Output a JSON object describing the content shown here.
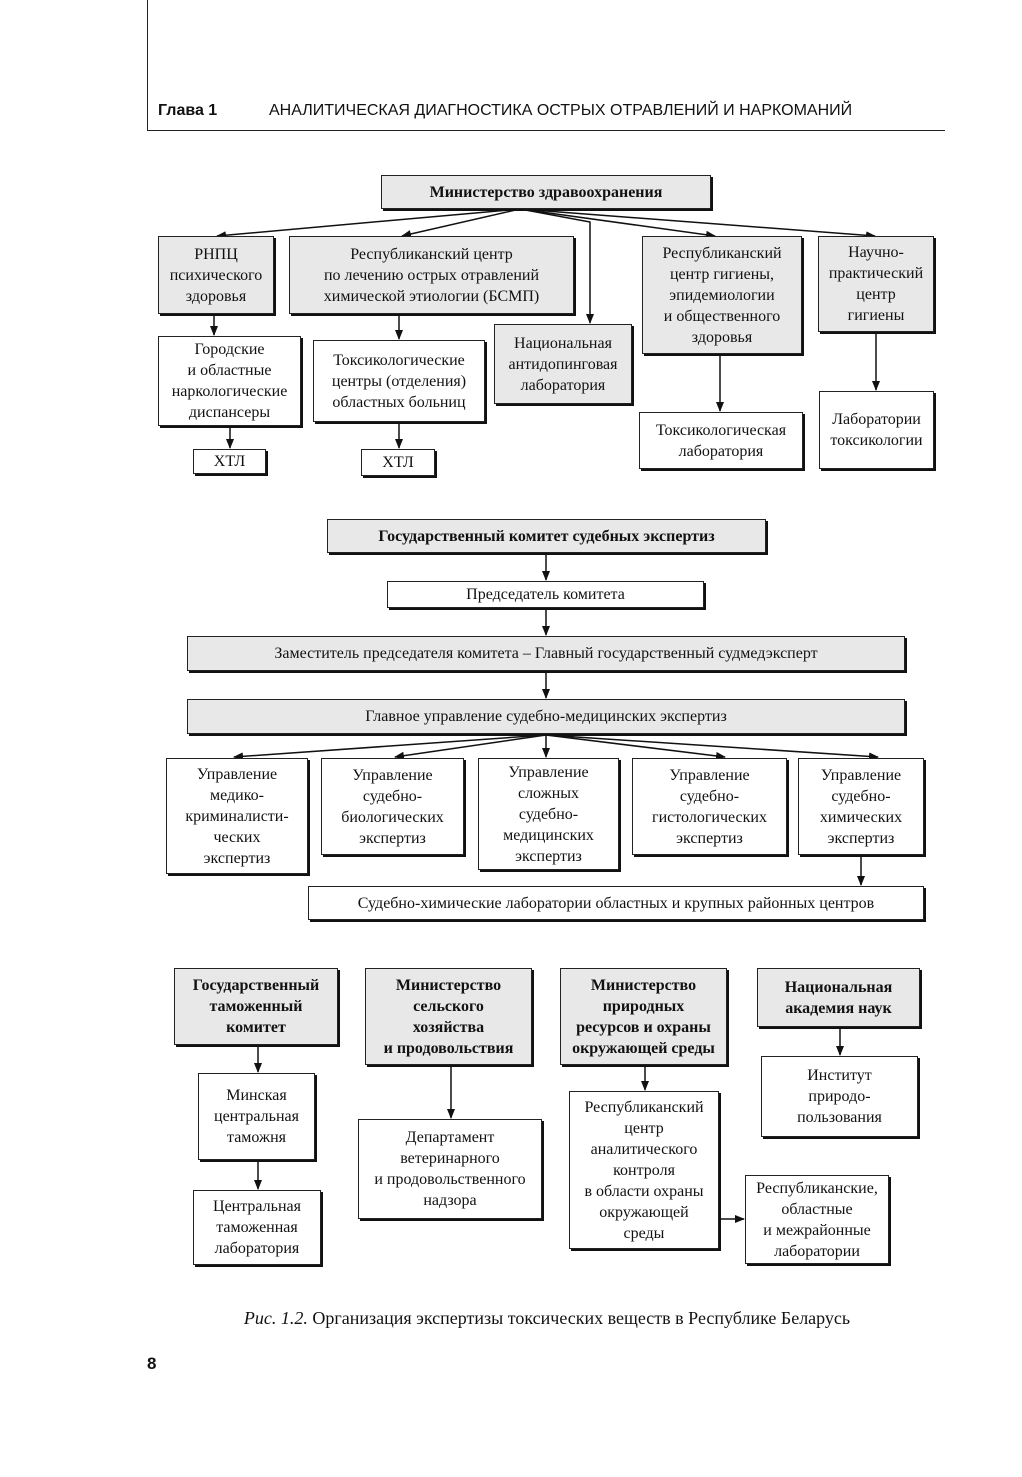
{
  "header": {
    "chapter": "Глава 1",
    "title": "АНАЛИТИЧЕСКАЯ ДИАГНОСТИКА ОСТРЫХ ОТРАВЛЕНИЙ И НАРКОМАНИЙ"
  },
  "section1": {
    "ministry": "Министерство здравоохранения",
    "rnpc": "РНПЦ\nпсихического\nздоровья",
    "rc_acute": "Республиканский центр\nпо лечению острых отравлений\nхимической этиологии (БСМП)",
    "antidoping": "Национальная\nантидопинговая\nлаборатория",
    "rc_hygiene": "Республиканский\nцентр гигиены,\nэпидемиологии\nи общественного\nздоровья",
    "npc_hygiene": "Научно-\nпрактический\nцентр\nгигиены",
    "dispensaries": "Городские\nи областные\nнаркологические\nдиспансеры",
    "tox_centers": "Токсикологические\nцентры (отделения)\nобластных больниц",
    "tox_lab": "Токсикологическая\nлаборатория",
    "tox_labs": "Лаборатории\nтоксикологии",
    "htl1": "ХТЛ",
    "htl2": "ХТЛ"
  },
  "section2": {
    "committee": "Государственный комитет судебных экспертиз",
    "chairman": "Председатель комитета",
    "deputy": "Заместитель председателя комитета – Главный государственный судмедэксперт",
    "main_dept": "Главное управление судебно-медицинских экспертиз",
    "dept1": "Управление\nмедико-\nкриминалисти-\nческих\nэкспертиз",
    "dept2": "Управление\nсудебно-\nбиологических\nэкспертиз",
    "dept3": "Управление\nсложных\nсудебно-\nмедицинских\nэкспертиз",
    "dept4": "Управление\nсудебно-\nгистологических\nэкспертиз",
    "dept5": "Управление\nсудебно-\nхимических\nэкспертиз",
    "labs": "Судебно-химические лаборатории областных и крупных районных центров"
  },
  "section3": {
    "customs": "Государственный\nтаможенный\nкомитет",
    "minsk_customs": "Минская\nцентральная\nтаможня",
    "central_lab": "Центральная\nтаможенная\nлаборатория",
    "agriculture": "Министерство\nсельского\nхозяйства\nи продовольствия",
    "vet_dept": "Департамент\nветеринарного\nи продовольственного\nнадзора",
    "nature": "Министерство\nприродных\nресурсов и охраны\nокружающей среды",
    "rc_control": "Республиканский\nцентр\nаналитического\nконтроля\nв области охраны\nокружающей\nсреды",
    "regional_labs": "Республиканские,\nобластные\nи межрайонные\nлаборатории",
    "academy": "Национальная\nакадемия наук",
    "institute": "Институт\nприродо-\nпользования"
  },
  "caption": {
    "label": "Рис. 1.2.",
    "text": " Организация экспертизы токсических веществ в Республике Беларусь"
  },
  "page_number": "8"
}
